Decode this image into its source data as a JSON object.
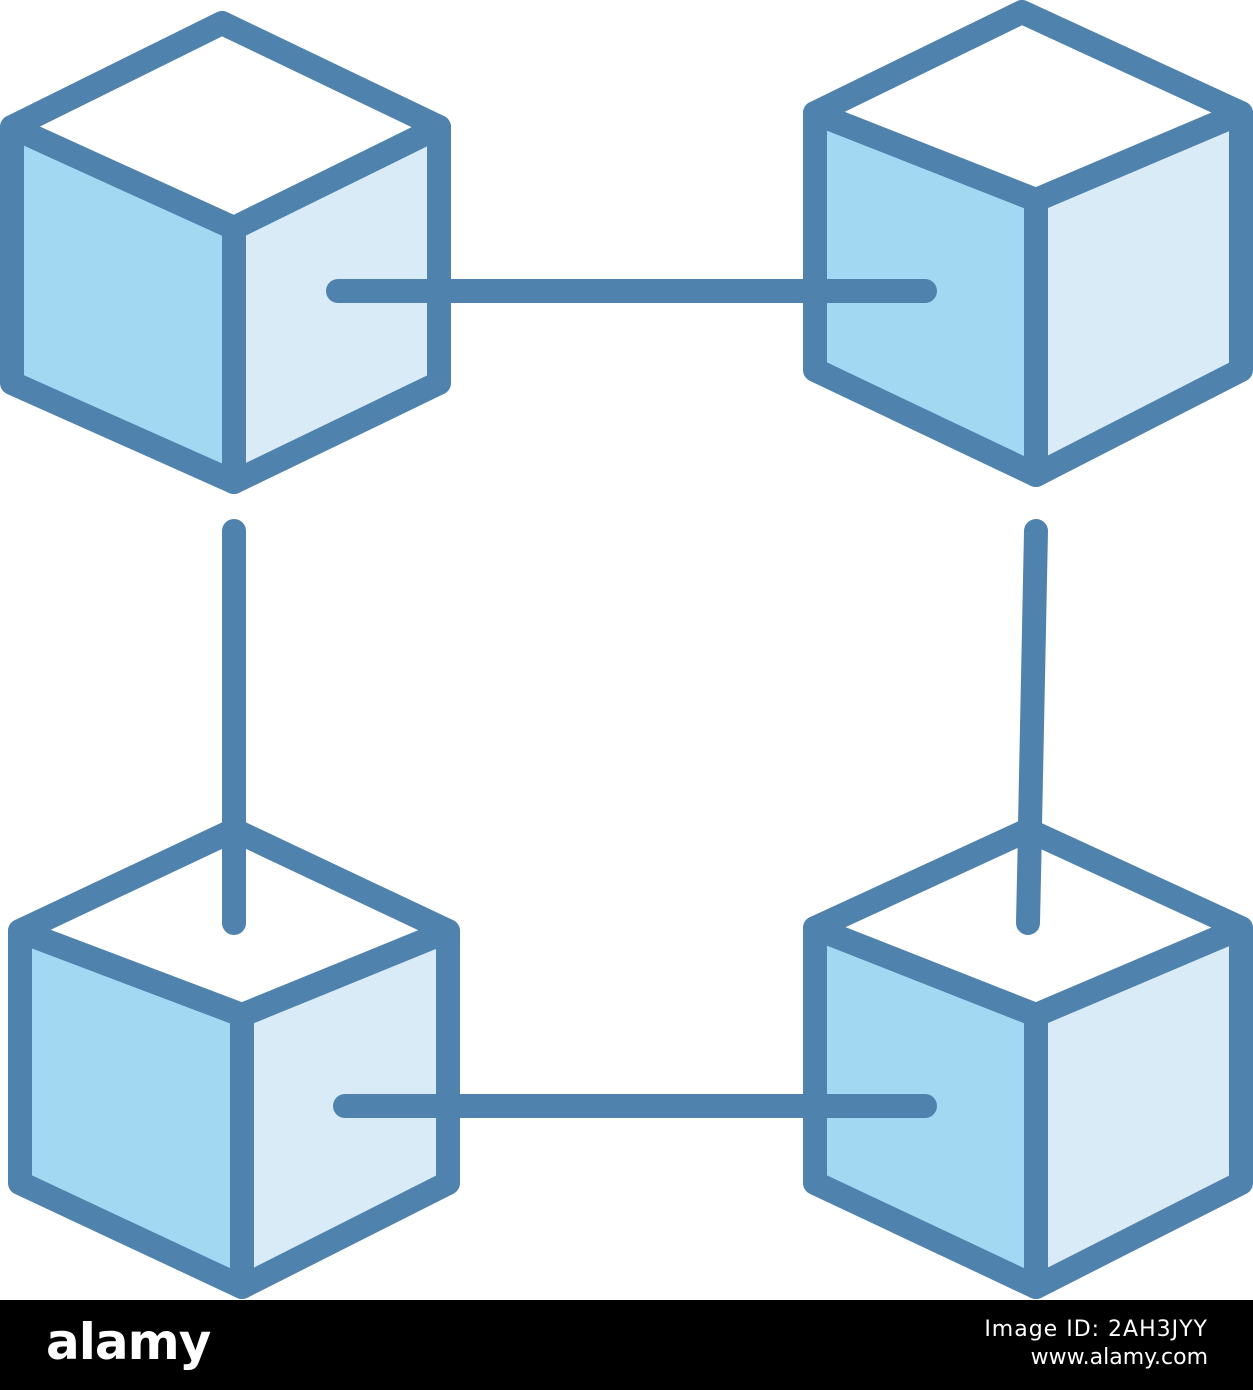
{
  "illustration": {
    "icon": "blockchain-network-icon",
    "colors": {
      "stroke": "#4f82ad",
      "left_face": "#a3d8f3",
      "right_face": "#d9ebf6",
      "top_face": "#ffffff"
    },
    "nodes": [
      {
        "name": "cube-top-left-icon"
      },
      {
        "name": "cube-top-right-icon"
      },
      {
        "name": "cube-bottom-left-icon"
      },
      {
        "name": "cube-bottom-right-icon"
      }
    ]
  },
  "footer": {
    "logo": "alamy",
    "image_id": "Image ID: 2AH3JYY",
    "site_url": "www.alamy.com",
    "background": "#000000"
  }
}
